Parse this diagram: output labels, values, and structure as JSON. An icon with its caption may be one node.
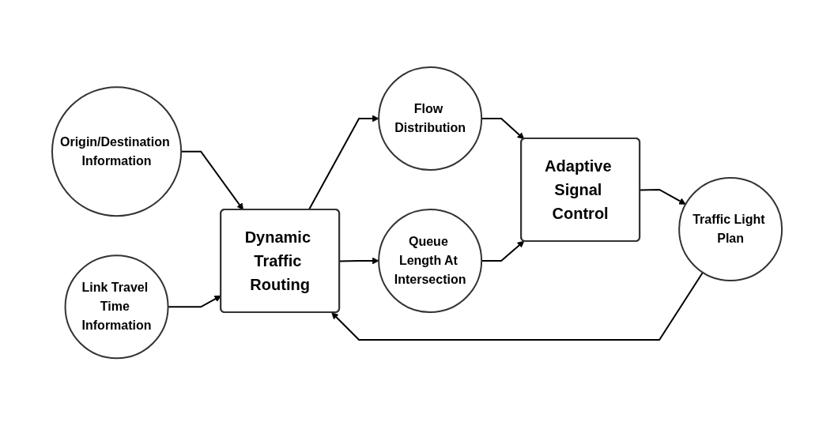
{
  "diagram": {
    "nodes": [
      {
        "text": [
          "Origin/Destination Information"
        ]
      },
      {
        "text": [
          "Link Travel Time Information"
        ]
      },
      {
        "text": [
          "Dynamic Traffic Routing"
        ]
      },
      {
        "text": [
          "Queue Length At Intersection"
        ]
      },
      {
        "text": [
          "Flow Distribution"
        ]
      },
      {
        "text": [
          "Adaptive Signal Control"
        ]
      },
      {
        "text": [
          "Traffic Light Plan"
        ]
      }
    ],
    "edges": [
      {
        "from": 0,
        "to": 2,
        "arrow": "to"
      },
      {
        "from": 1,
        "to": 2,
        "arrow": "to"
      },
      {
        "from": 6,
        "to": 2,
        "arrow": "to"
      },
      {
        "from": 2,
        "to": 3,
        "arrow": "to"
      },
      {
        "from": 2,
        "to": 4,
        "arrow": "to"
      },
      {
        "from": 4,
        "to": 5,
        "arrow": "to"
      },
      {
        "from": 3,
        "to": 5,
        "arrow": "to"
      },
      {
        "from": 5,
        "to": 6,
        "arrow": "to"
      }
    ]
  }
}
